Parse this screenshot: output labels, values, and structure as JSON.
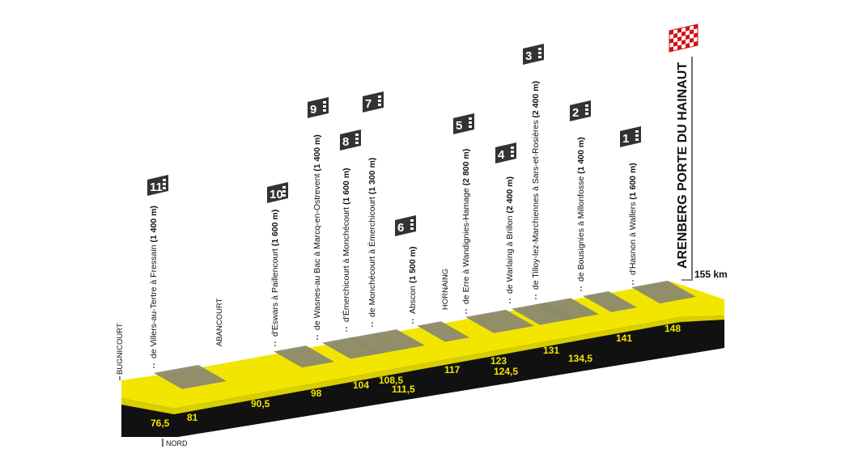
{
  "finish": {
    "name": "ARENBERG PORTE DU HAINAUT",
    "distance_label": "155 km"
  },
  "towns": [
    {
      "id": "bugnicourt",
      "name": "BUGNICOURT"
    },
    {
      "id": "abancourt",
      "name": "ABANCOURT"
    },
    {
      "id": "hornaing",
      "name": "HORNAING"
    }
  ],
  "sectors": [
    {
      "num": "11",
      "name": "de Villers-au-Tertre à Fressain",
      "length": "(1 400 m)",
      "start_km": "76,5",
      "end_km": "81"
    },
    {
      "num": "10",
      "name": "d'Eswars à Paillencourt",
      "length": "(1 600 m)",
      "start_km": "90,5",
      "end_km": ""
    },
    {
      "num": "9",
      "name": "de Wasnes-au Bac à Marcq-en-Ostrevent",
      "length": "(1 400 m)",
      "start_km": "98",
      "end_km": ""
    },
    {
      "num": "8",
      "name": "d'Émerchicourt à Monchécourt",
      "length": "(1 600 m)",
      "start_km": "104",
      "end_km": ""
    },
    {
      "num": "7",
      "name": "de Monchécourt à Émerchicourt",
      "length": "(1 300 m)",
      "start_km": "108,5",
      "end_km": ""
    },
    {
      "num": "6",
      "name": "Abscon",
      "length": "(1 500 m)",
      "start_km": "111,5",
      "end_km": ""
    },
    {
      "num": "5",
      "name": "de Erre à Wandignies-Hamage",
      "length": "(2 800 m)",
      "start_km": "117",
      "end_km": ""
    },
    {
      "num": "4",
      "name": "de Warlaing à Brillon",
      "length": "(2 400 m)",
      "start_km": "123",
      "end_km": "124,5"
    },
    {
      "num": "3",
      "name": "de Tilloy-lez-Marchiennes à Sars-et-Rosières",
      "length": "(2 400 m)",
      "start_km": "131",
      "end_km": ""
    },
    {
      "num": "2",
      "name": "de Bousignies à Millonfosse",
      "length": "(1 400 m)",
      "start_km": "134,5",
      "end_km": ""
    },
    {
      "num": "1",
      "name": "d'Hasnon à Wallers",
      "length": "(1 600 m)",
      "start_km": "141",
      "end_km": "148"
    }
  ],
  "km_markers": [
    "76,5",
    "81",
    "90,5",
    "98",
    "104",
    "108,5",
    "111,5",
    "117",
    "123",
    "124,5",
    "131",
    "134,5",
    "141",
    "148"
  ],
  "direction_label": "NORD",
  "colors": {
    "road_top": "#f2e600",
    "road_side": "#111111",
    "cobbles": "#8c8a6e",
    "badge": "#333333",
    "flag_red": "#d0101a"
  }
}
